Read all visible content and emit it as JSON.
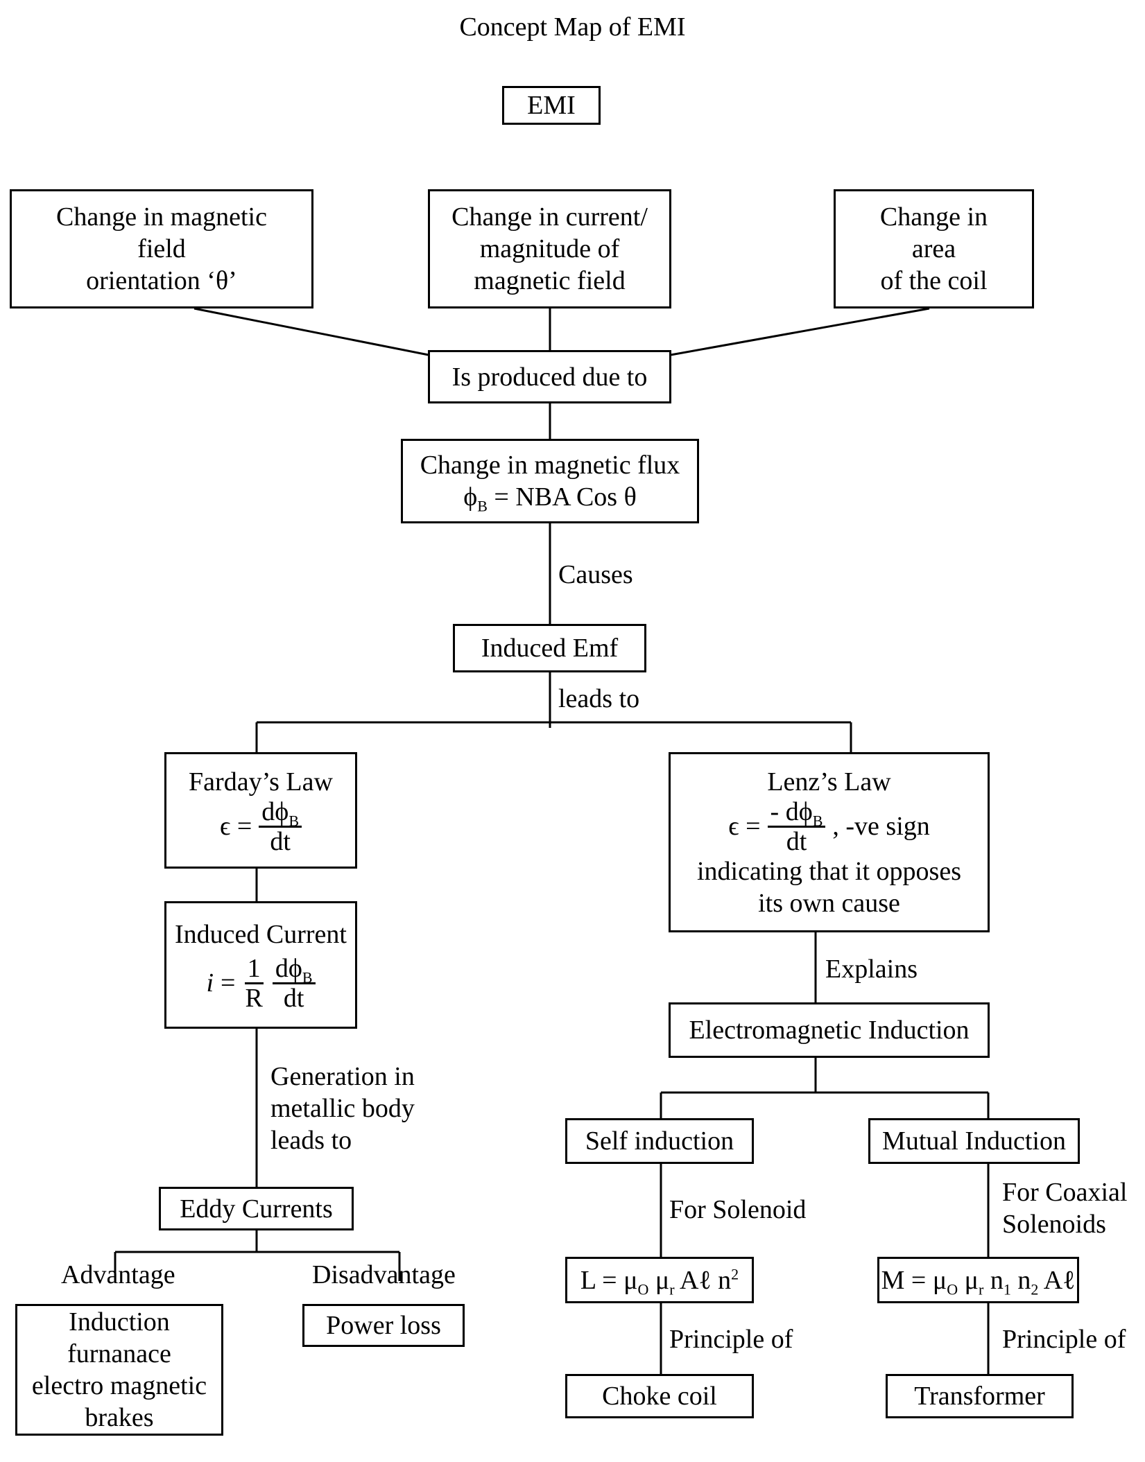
{
  "title": "Concept Map of EMI",
  "root": "EMI",
  "causes": {
    "orientation": [
      "Change in magnetic",
      "field",
      "orientation ‘θ’"
    ],
    "magnitude": [
      "Change in current/",
      "magnitude of",
      "magnetic field"
    ],
    "area": [
      "Change in",
      "area",
      "of the coil"
    ]
  },
  "produced_due_to": "Is produced due to",
  "flux": {
    "line1": "Change in magnetic flux",
    "phi": "ϕ",
    "sub": "B",
    "rest": " = NBA Cos θ"
  },
  "edge_causes": "Causes",
  "induced_emf": "Induced Emf",
  "edge_leads_to": "leads to",
  "faraday": {
    "title": "Farday’s Law",
    "lhs": "ϵ =",
    "num": "dϕ",
    "num_sub": "B",
    "den": "dt"
  },
  "lenz": {
    "title": "Lenz’s Law",
    "lhs": "ϵ =",
    "num": "- dϕ",
    "num_sub": "B",
    "den": "dt",
    "suffix": ", -ve sign",
    "line3": "indicating that it opposes",
    "line4": "its own cause"
  },
  "induced_current": {
    "title": "Induced Current",
    "lhs": "i",
    "eq": "=",
    "num1": "1",
    "den1": "R",
    "num2": "dϕ",
    "num2_sub": "B",
    "den2": "dt"
  },
  "edge_explains": "Explains",
  "em_induction": "Electromagnetic Induction",
  "edge_generation": [
    "Generation in",
    "metallic body",
    "leads to"
  ],
  "eddy": "Eddy Currents",
  "advantage": "Advantage",
  "disadvantage": "Disadvantage",
  "advantage_box": [
    "Induction",
    "furnanace",
    "electro magnetic",
    "brakes"
  ],
  "power_loss": "Power loss",
  "self_induction": "Self induction",
  "mutual_induction": "Mutual Induction",
  "edge_solenoid": "For Solenoid",
  "edge_coaxial": [
    "For Coaxial",
    "Solenoids"
  ],
  "self_formula": {
    "a": "L = μ",
    "a_sub": "O",
    "b": " μ",
    "b_sub": "r",
    "c": " Aℓ n",
    "c_sup": "2"
  },
  "mutual_formula": {
    "a": "M = μ",
    "a_sub": "O",
    "b": " μ",
    "b_sub": "r",
    "c": " n",
    "c_sub": "1",
    "d": " n",
    "d_sub": "2",
    "e": " Aℓ"
  },
  "edge_principle_self": "Principle of",
  "edge_principle_mutual": "Principle of",
  "choke": "Choke coil",
  "transformer": "Transformer"
}
